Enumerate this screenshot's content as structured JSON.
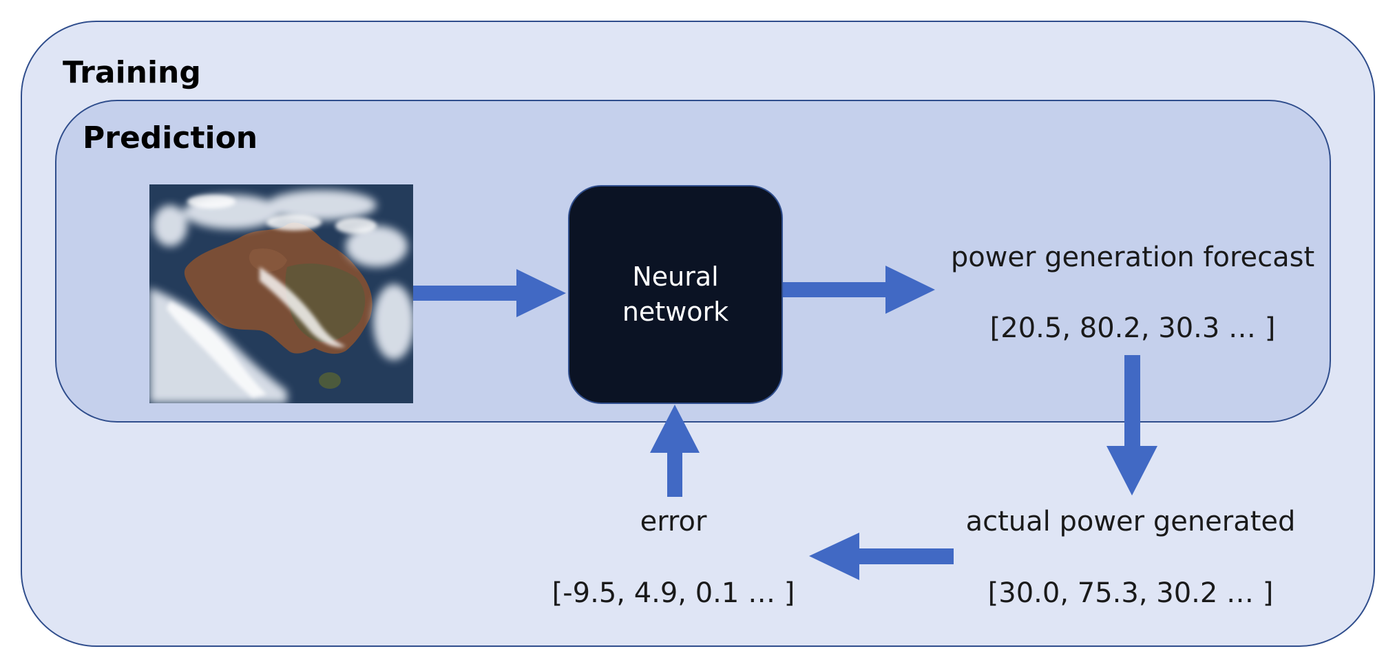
{
  "training": {
    "label": "Training"
  },
  "prediction": {
    "label": "Prediction"
  },
  "input_image": {
    "subject": "satellite image of Australia with cloud cover"
  },
  "neural_network": {
    "label": "Neural\nnetwork"
  },
  "forecast": {
    "title": "power generation forecast",
    "values": "[20.5, 80.2, 30.3 … ]"
  },
  "actual": {
    "title": "actual power generated",
    "values": "[30.0, 75.3, 30.2 … ]"
  },
  "error": {
    "title": "error",
    "values": "[-9.5, 4.9, 0.1 … ]"
  },
  "colors": {
    "arrow": "#4169c4",
    "outer_fill": "#dfe5f5",
    "inner_fill": "#c5d0ec",
    "border": "#2f4d8c",
    "network_fill": "#0b1324"
  }
}
